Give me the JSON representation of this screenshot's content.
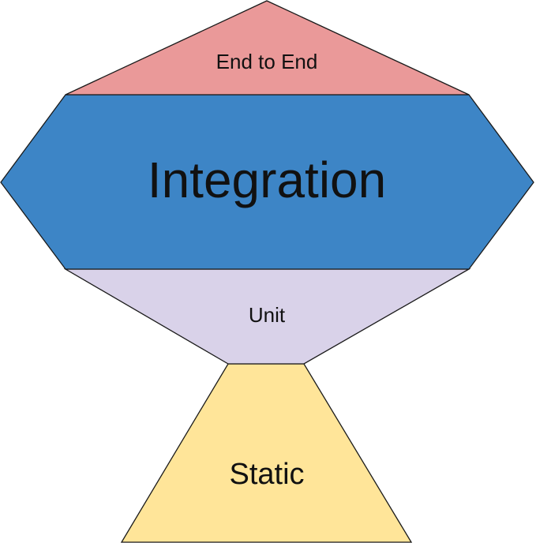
{
  "layers": {
    "end_to_end": {
      "label": "End to End",
      "color": "#ea9999"
    },
    "integration": {
      "label": "Integration",
      "color": "#3d85c6"
    },
    "unit": {
      "label": "Unit",
      "color": "#d9d2e9"
    },
    "static": {
      "label": "Static",
      "color": "#ffe599"
    }
  }
}
